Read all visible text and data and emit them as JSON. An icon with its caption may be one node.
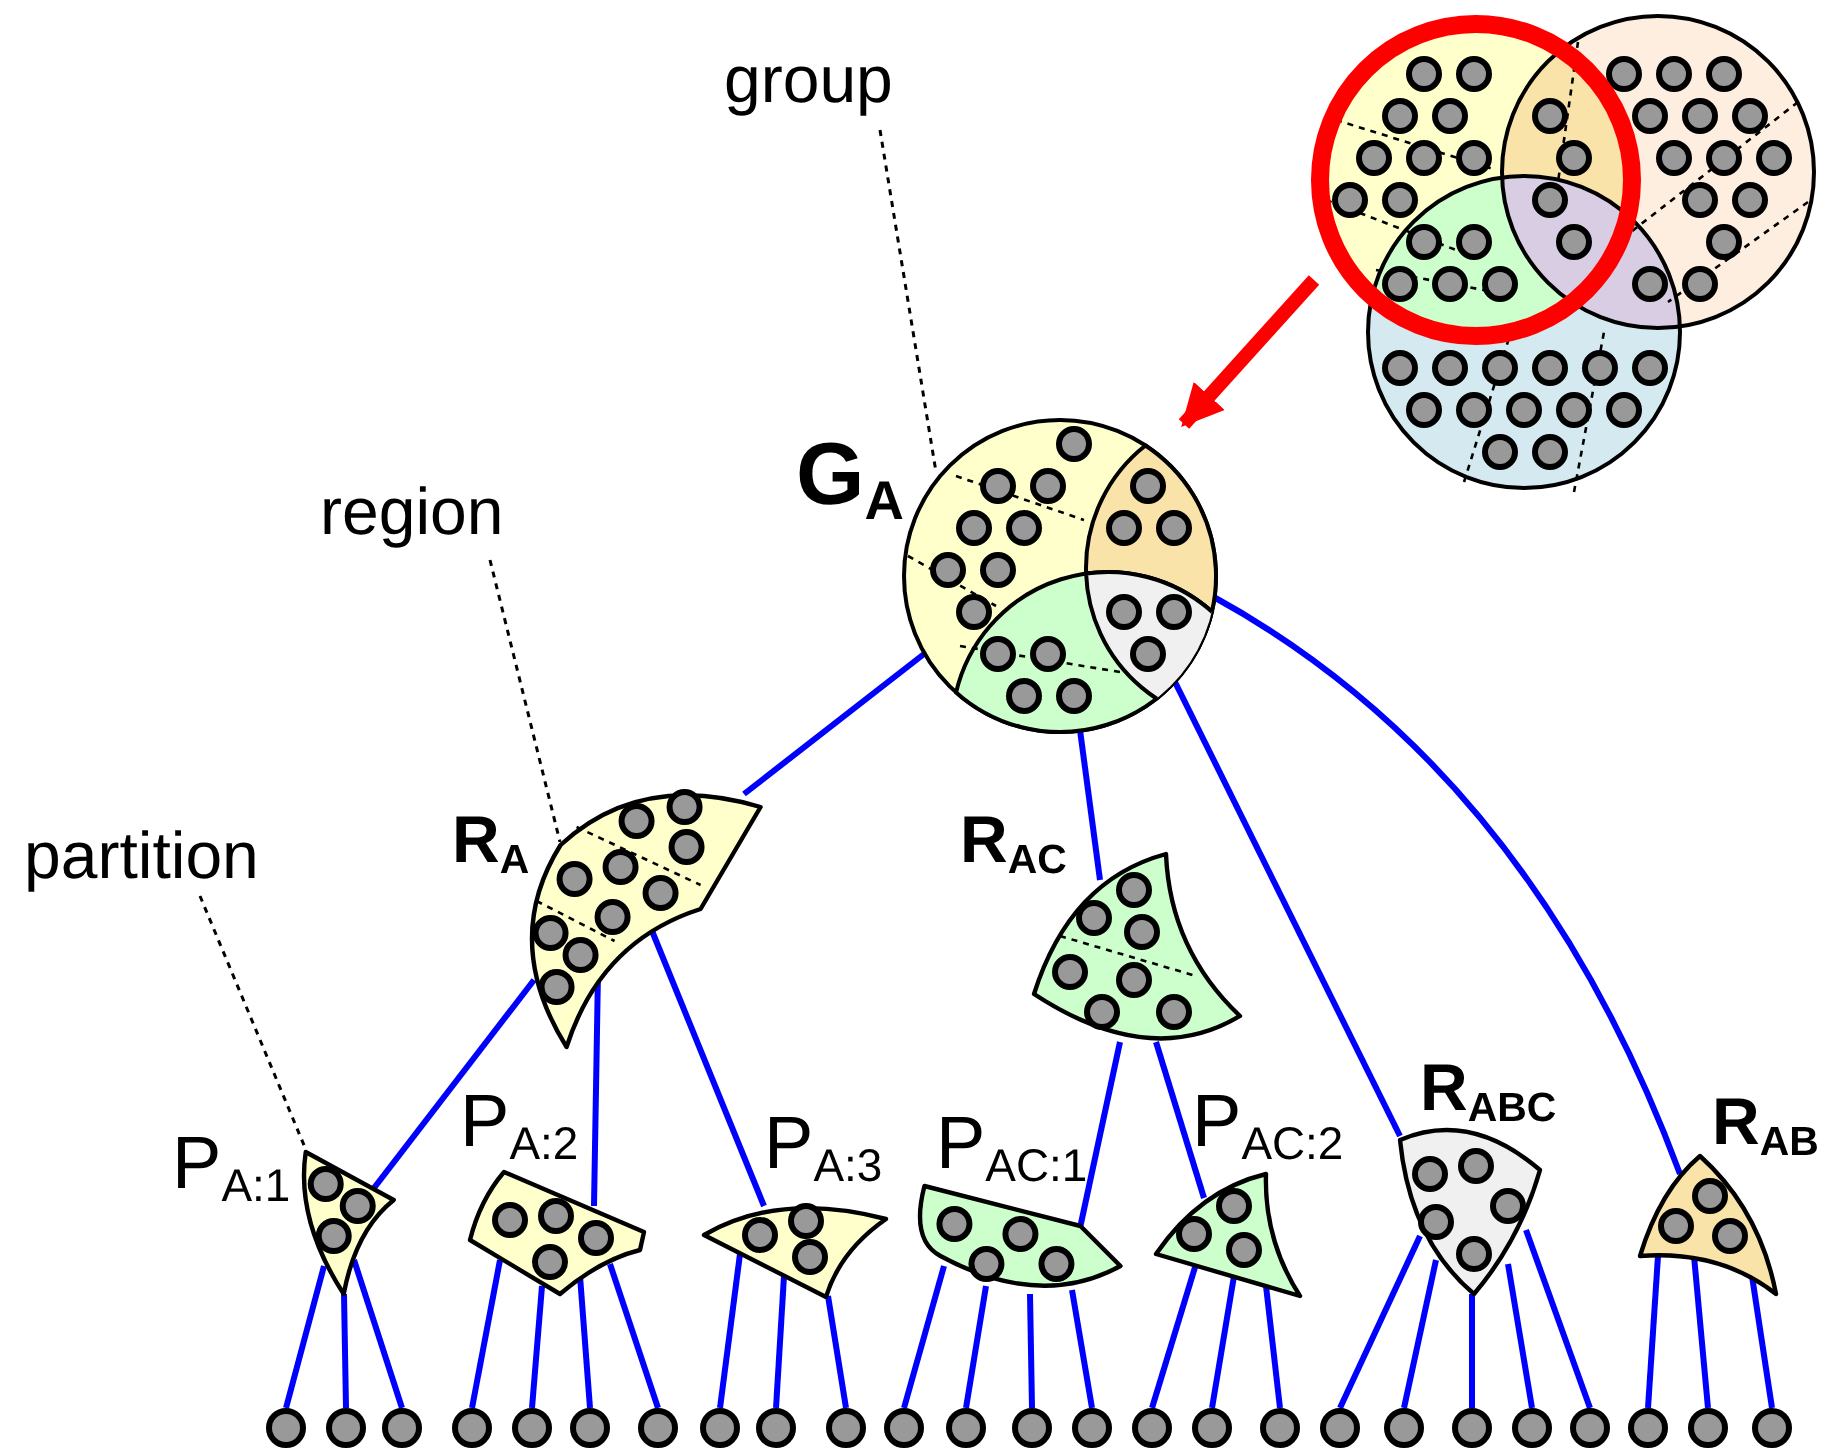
{
  "diagram": {
    "nodes": [
      {
        "text": [],
        "shape": "picture"
      },
      {
        "text": [
          "group"
        ]
      },
      {
        "text": [
          "G$_{A}$"
        ]
      },
      {
        "text": [
          "region"
        ]
      },
      {
        "text": [
          "R$_{A}$"
        ]
      },
      {
        "text": [
          "partition"
        ]
      },
      {
        "text": [
          "R$_{AC}$"
        ]
      },
      {
        "text": [
          "P$_{A:1}$"
        ]
      },
      {
        "text": [
          "P$_{A:2}$"
        ]
      },
      {
        "text": [
          "P$_{A:3}$"
        ]
      },
      {
        "text": [
          "P$_{AC:1}$"
        ]
      },
      {
        "text": [
          "P$_{AC:2}$"
        ]
      },
      {
        "text": [
          "R$_{ABC}$"
        ]
      },
      {
        "text": [
          "R$_{AB}$"
        ]
      },
      {
        "text": [],
        "shape": "circle"
      },
      {
        "text": [],
        "shape": "circle"
      },
      {
        "text": [],
        "shape": "circle"
      },
      {
        "text": [],
        "shape": "circle"
      },
      {
        "text": [],
        "shape": "circle"
      },
      {
        "text": [],
        "shape": "circle"
      },
      {
        "text": [],
        "shape": "circle"
      },
      {
        "text": [],
        "shape": "circle"
      },
      {
        "text": [],
        "shape": "circle"
      },
      {
        "text": [],
        "shape": "circle"
      },
      {
        "text": [],
        "shape": "circle"
      },
      {
        "text": [],
        "shape": "circle"
      },
      {
        "text": [],
        "shape": "circle"
      },
      {
        "text": [],
        "shape": "circle"
      },
      {
        "text": [],
        "shape": "circle"
      },
      {
        "text": [],
        "shape": "circle"
      },
      {
        "text": [],
        "shape": "circle"
      },
      {
        "text": [],
        "shape": "circle"
      },
      {
        "text": [],
        "shape": "circle"
      },
      {
        "text": [],
        "shape": "circle"
      },
      {
        "text": [],
        "shape": "circle"
      },
      {
        "text": [],
        "shape": "circle"
      },
      {
        "text": [],
        "shape": "circle"
      },
      {
        "text": [],
        "shape": "circle"
      },
      {
        "text": [],
        "shape": "circle"
      }
    ],
    "edges": [
      {
        "from": 0,
        "to": 2,
        "arrow": "to",
        "style": "thick",
        "color": "#ff0000"
      },
      {
        "from": 1,
        "to": 2,
        "arrow": "none",
        "style": "dashed",
        "color": "#000000"
      },
      {
        "from": 3,
        "to": 4,
        "arrow": "none",
        "style": "dashed",
        "color": "#000000"
      },
      {
        "from": 5,
        "to": 7,
        "arrow": "none",
        "style": "dashed",
        "color": "#000000"
      },
      {
        "from": 2,
        "to": 4,
        "arrow": "none"
      },
      {
        "from": 2,
        "to": 6,
        "arrow": "none"
      },
      {
        "from": 2,
        "to": 12,
        "arrow": "none"
      },
      {
        "from": 2,
        "to": 13,
        "arrow": "none"
      },
      {
        "from": 4,
        "to": 7,
        "arrow": "none"
      },
      {
        "from": 4,
        "to": 8,
        "arrow": "none"
      },
      {
        "from": 4,
        "to": 9,
        "arrow": "none"
      },
      {
        "from": 6,
        "to": 10,
        "arrow": "none"
      },
      {
        "from": 6,
        "to": 11,
        "arrow": "none"
      },
      {
        "from": 7,
        "to": 14,
        "arrow": "none"
      },
      {
        "from": 7,
        "to": 15,
        "arrow": "none"
      },
      {
        "from": 7,
        "to": 16,
        "arrow": "none"
      },
      {
        "from": 8,
        "to": 17,
        "arrow": "none"
      },
      {
        "from": 8,
        "to": 18,
        "arrow": "none"
      },
      {
        "from": 8,
        "to": 19,
        "arrow": "none"
      },
      {
        "from": 8,
        "to": 20,
        "arrow": "none"
      },
      {
        "from": 9,
        "to": 21,
        "arrow": "none"
      },
      {
        "from": 9,
        "to": 22,
        "arrow": "none"
      },
      {
        "from": 9,
        "to": 23,
        "arrow": "none"
      },
      {
        "from": 10,
        "to": 24,
        "arrow": "none"
      },
      {
        "from": 10,
        "to": 25,
        "arrow": "none"
      },
      {
        "from": 10,
        "to": 26,
        "arrow": "none"
      },
      {
        "from": 10,
        "to": 27,
        "arrow": "none"
      },
      {
        "from": 11,
        "to": 28,
        "arrow": "none"
      },
      {
        "from": 11,
        "to": 29,
        "arrow": "none"
      },
      {
        "from": 11,
        "to": 30,
        "arrow": "none"
      },
      {
        "from": 12,
        "to": 31,
        "arrow": "none"
      },
      {
        "from": 12,
        "to": 32,
        "arrow": "none"
      },
      {
        "from": 12,
        "to": 33,
        "arrow": "none"
      },
      {
        "from": 12,
        "to": 34,
        "arrow": "none"
      },
      {
        "from": 12,
        "to": 35,
        "arrow": "none"
      },
      {
        "from": 13,
        "to": 36,
        "arrow": "none"
      },
      {
        "from": 13,
        "to": 37,
        "arrow": "none"
      },
      {
        "from": 13,
        "to": 38,
        "arrow": "none"
      }
    ]
  }
}
